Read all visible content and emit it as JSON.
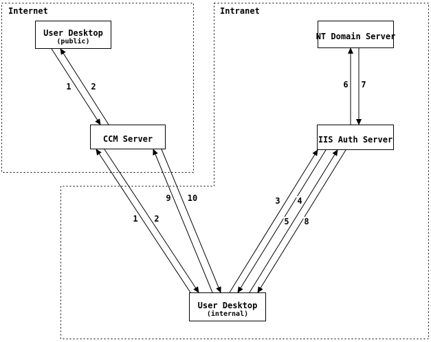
{
  "regions": {
    "internet": {
      "label": "Internet"
    },
    "intranet": {
      "label": "Intranet"
    }
  },
  "nodes": {
    "user_desktop_public": {
      "title": "User Desktop",
      "subtitle": "(public)"
    },
    "ccm_server": {
      "title": "CCM Server"
    },
    "nt_domain_server": {
      "title": "NT Domain Server"
    },
    "iis_auth_server": {
      "title": "IIS Auth Server"
    },
    "user_desktop_internal": {
      "title": "User Desktop",
      "subtitle": "(internal)"
    }
  },
  "flows": [
    {
      "step": "1",
      "from": "User Desktop (public)",
      "to": "CCM Server"
    },
    {
      "step": "2",
      "from": "CCM Server",
      "to": "User Desktop (public)"
    },
    {
      "step": "6",
      "from": "IIS Auth Server",
      "to": "NT Domain Server"
    },
    {
      "step": "7",
      "from": "NT Domain Server",
      "to": "IIS Auth Server"
    },
    {
      "step": "1",
      "from": "User Desktop (internal)",
      "to": "CCM Server"
    },
    {
      "step": "2",
      "from": "CCM Server",
      "to": "User Desktop (internal)"
    },
    {
      "step": "9",
      "from": "User Desktop (internal)",
      "to": "CCM Server"
    },
    {
      "step": "10",
      "from": "CCM Server",
      "to": "User Desktop (internal)"
    },
    {
      "step": "3",
      "from": "User Desktop (internal)",
      "to": "IIS Auth Server"
    },
    {
      "step": "4",
      "from": "IIS Auth Server",
      "to": "User Desktop (internal)"
    },
    {
      "step": "5",
      "from": "User Desktop (internal)",
      "to": "IIS Auth Server"
    },
    {
      "step": "8",
      "from": "IIS Auth Server",
      "to": "User Desktop (internal)"
    }
  ],
  "colors": {
    "background": "#ffffff",
    "line": "#000000",
    "text": "#000000"
  }
}
